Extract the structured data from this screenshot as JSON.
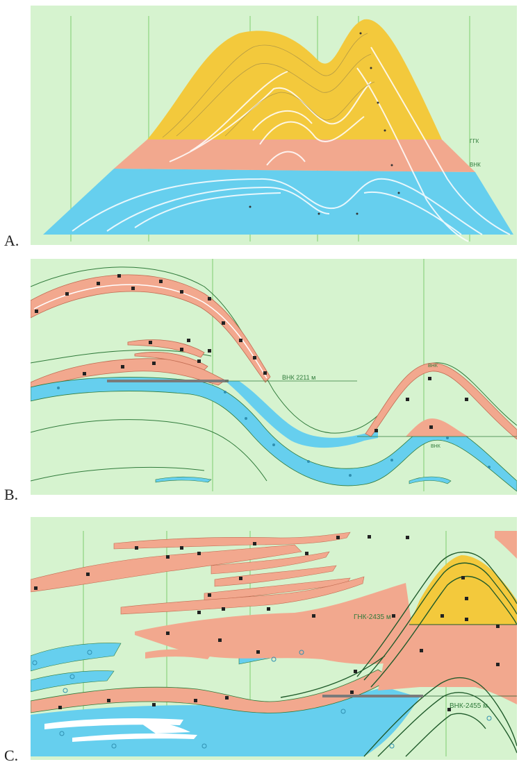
{
  "colors": {
    "background": "#d6f3cf",
    "gas": "#f3c93c",
    "oil": "#f2a88e",
    "water": "#66cfee",
    "well_line": "#9bd98f",
    "contour": "#2f7a3a",
    "marker": "#222222",
    "contact": "#7a7a7a"
  },
  "panels": [
    {
      "label": "A.",
      "annotations": [
        "ГГК",
        "ВНК"
      ]
    },
    {
      "label": "B.",
      "annotations": [
        "ВНК 2211 м",
        "ВНК",
        "ВНК"
      ]
    },
    {
      "label": "C.",
      "annotations": [
        "ГНК-2435 м",
        "ВНК-2455 м"
      ]
    }
  ]
}
